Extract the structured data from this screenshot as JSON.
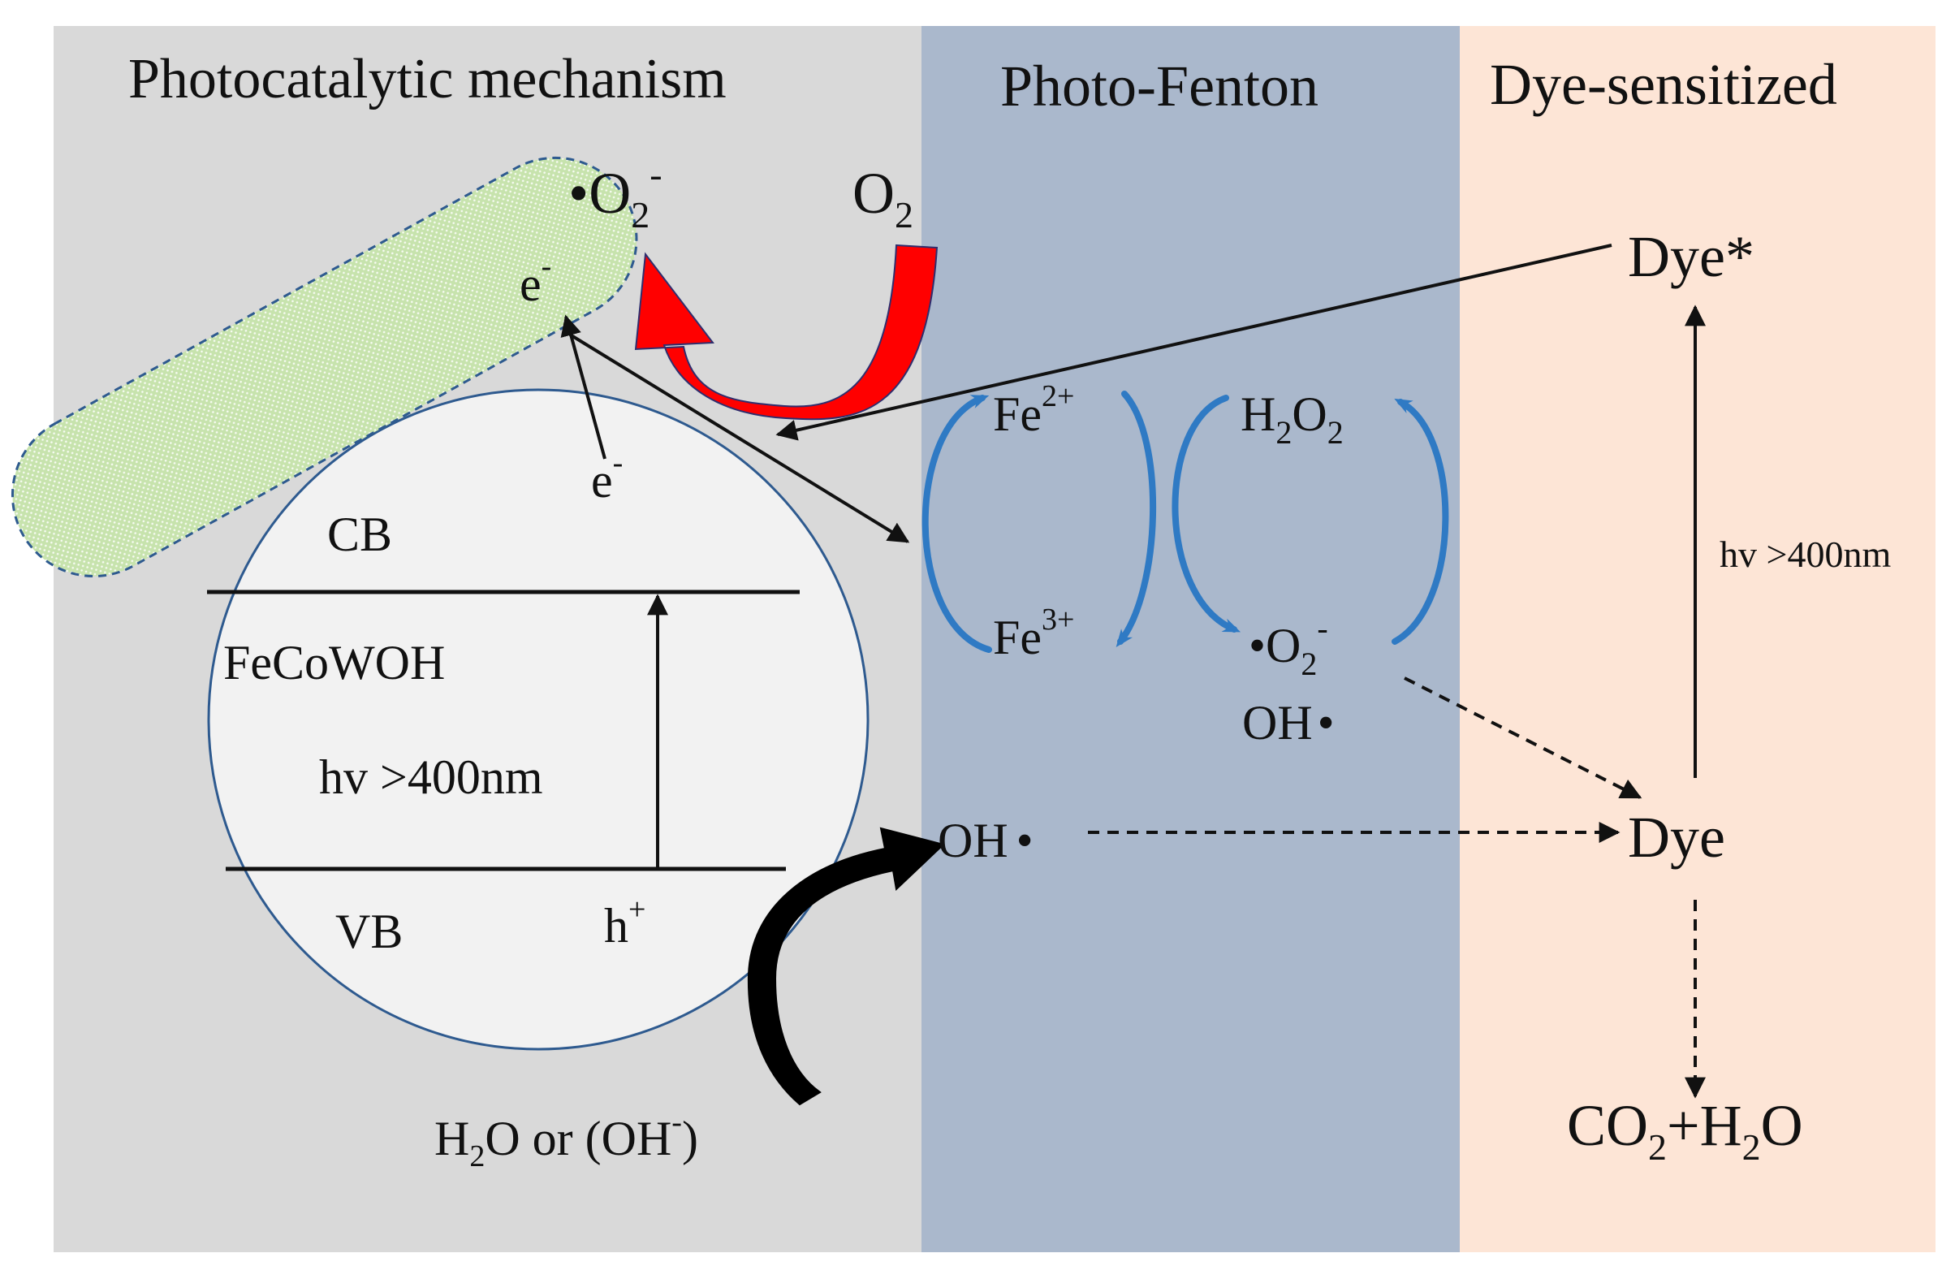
{
  "colors": {
    "panel_photocatalytic": "#d9d9d9",
    "panel_photo_fenton": "#aab8cc",
    "panel_dye_sensitized": "#fde5d6",
    "rod_fill": "#c7e3ad",
    "rod_border": "#2e5a8f",
    "sphere_border": "#2e5a8f",
    "sphere_fill": "#f2f2f2",
    "red_arrow": "#ff0000",
    "blue_arrows": "#2f7ac4",
    "black": "#111111"
  },
  "panels": {
    "photocatalytic": {
      "title": "Photocatalytic mechanism"
    },
    "photo_fenton": {
      "title": "Photo-Fenton"
    },
    "dye_sensitized": {
      "title": "Dye-sensitized"
    }
  },
  "photocatalytic": {
    "superoxide_dot": "•",
    "superoxide_base": "O",
    "superoxide_sub": "2",
    "superoxide_sup": "-",
    "oxygen_base": "O",
    "oxygen_sub": "2",
    "e_rod_base": "e",
    "e_rod_sup": "-",
    "e_sphere_base": "e",
    "e_sphere_sup": "-",
    "cb": "CB",
    "vb": "VB",
    "material": "FeCoWOH",
    "excitation": "hv >400nm",
    "hole_base": "h",
    "hole_sup": "+",
    "water_h": "H",
    "water_sub": "2",
    "water_o": "O  or (OH",
    "water_sup": "-",
    "water_close": ")"
  },
  "photo_fenton": {
    "fe2_base": "Fe",
    "fe2_sup": "2+",
    "fe3_base": "Fe",
    "fe3_sup": "3+",
    "h2o2_h": "H",
    "h2o2_sub1": "2",
    "h2o2_o": "O",
    "h2o2_sub2": "2",
    "superoxide_dot": "•",
    "superoxide_base": "O",
    "superoxide_sub": "2",
    "superoxide_sup": "-",
    "hydroxyl_upper": "OH",
    "hydroxyl_upper_dot": "•",
    "hydroxyl_lower": "OH",
    "hydroxyl_lower_dot": "•"
  },
  "dye_sensitized": {
    "dye_excited": "Dye*",
    "dye": "Dye",
    "excitation": "hv >400nm",
    "product_co": "CO",
    "product_sub1": "2",
    "product_plus_h": "+H",
    "product_sub2": "2",
    "product_o": "O"
  }
}
